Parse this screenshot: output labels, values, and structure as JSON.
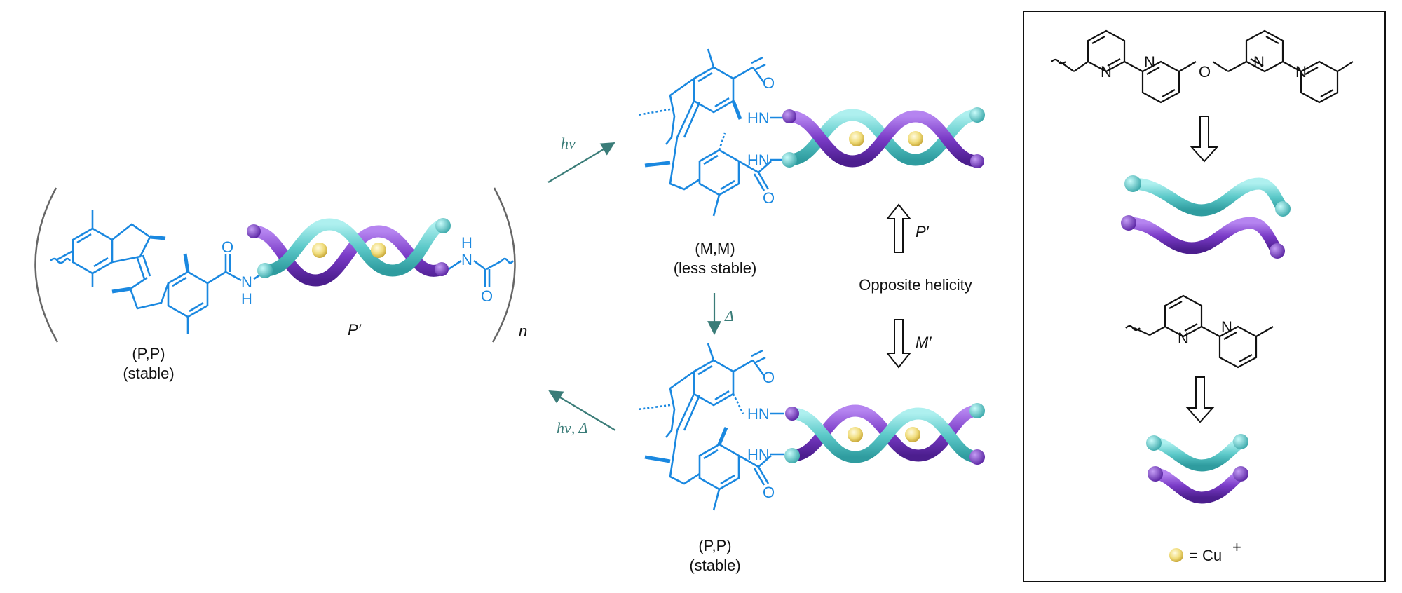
{
  "left_structure": {
    "config": "(P,P)",
    "stability": "(stable)",
    "helix_label": "P′",
    "repeat_subscript": "n",
    "nh_label": "N",
    "h_label": "H",
    "o_label": "O",
    "h2_label": "H",
    "n2_label": "N",
    "o2_label": "O"
  },
  "top_structure": {
    "config": "(M,M)",
    "stability": "(less stable)",
    "nh1": "HN",
    "nh2": "HN",
    "o1": "O",
    "o2": "O"
  },
  "bottom_structure": {
    "config": "(P,P)",
    "stability": "(stable)",
    "nh1": "HN",
    "nh2": "HN",
    "o1": "O",
    "o2": "O"
  },
  "arrows": {
    "forward_label": "hν",
    "thermal_label": "Δ",
    "reverse_label": "hν, Δ"
  },
  "middle_labels": {
    "up_helix": "P′",
    "helicity": "Opposite helicity",
    "down_helix": "M′"
  },
  "legend_box": {
    "ligand1_atoms": [
      "N",
      "N",
      "O",
      "N",
      "N"
    ],
    "ligand2_atoms": [
      "N",
      "N"
    ],
    "cu_label": "= Cu",
    "cu_charge": "+"
  },
  "colors": {
    "chem_blue": "#1a88e0",
    "strand_cyan": "#5cc9c9",
    "strand_purple": "#7a3bc7",
    "copper": "#f0dc7a",
    "arrow": "#3a7c78"
  }
}
